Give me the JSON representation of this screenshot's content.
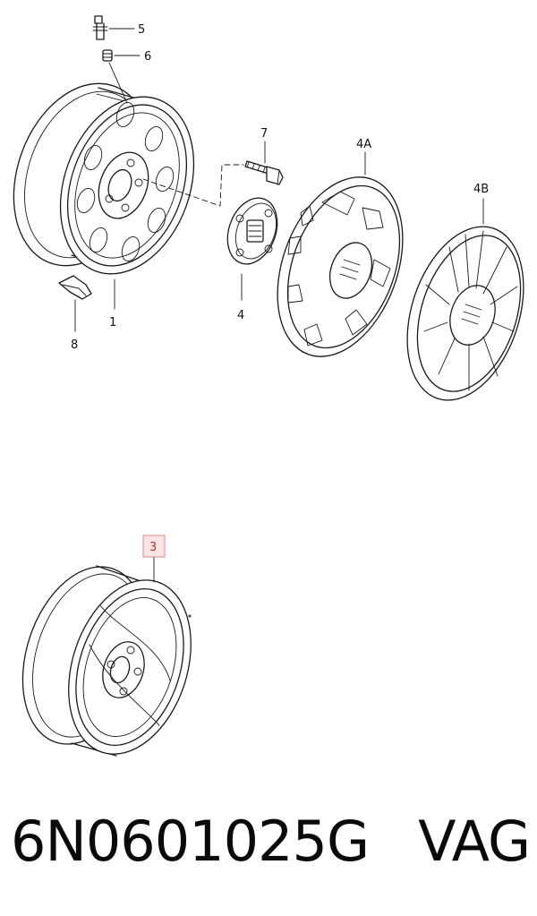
{
  "callouts": {
    "c1": "1",
    "c3": "3",
    "c4": "4",
    "c4a": "4A",
    "c4b": "4B",
    "c5": "5",
    "c6": "6",
    "c7": "7",
    "c8": "8"
  },
  "highlighted_callout": "3",
  "part_number": "6N0601025G",
  "brand": "VAG",
  "colors": {
    "line": "#1a1a1a",
    "highlight_fill": "#fde4e4",
    "highlight_stroke": "#e08a8a",
    "highlight_text": "#b03030"
  }
}
